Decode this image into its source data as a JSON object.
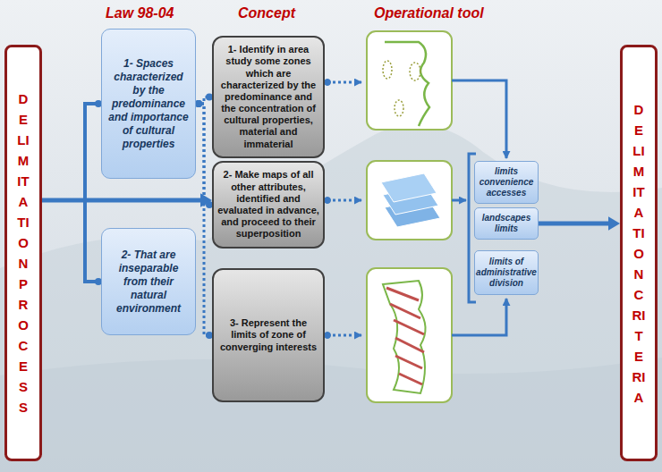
{
  "diagram": {
    "nodes": [
      {
        "text": [
          "DELIMITATION PROCESS"
        ]
      },
      {
        "text": [
          "1- Spaces characterized by the predominance and importance of cultural properties"
        ]
      },
      {
        "text": [
          "2- That are inseparable from their natural environment"
        ]
      },
      {
        "text": [
          "1- Identify in area study some zones which are characterized by the predominance and the concentration of cultural properties, material and immaterial"
        ]
      },
      {
        "text": [
          "2- Make maps of all other attributes, identified and evaluated in advance, and proceed to their superposition"
        ]
      },
      {
        "text": [
          "3- Represent the limits of zone of converging interests"
        ]
      },
      {
        "text": [
          "limits convenience accesses"
        ]
      },
      {
        "text": [
          "landscapes limits"
        ]
      },
      {
        "text": [
          "limits of administrative division"
        ]
      },
      {
        "text": [
          "DELIMITATION CRITERIA"
        ]
      }
    ],
    "edges": [
      {
        "from": 0,
        "to": 1,
        "arrow": "none"
      },
      {
        "from": 0,
        "to": 2,
        "arrow": "none"
      },
      {
        "from": 0,
        "to": 4,
        "arrow": "to"
      },
      {
        "from": 1,
        "to": 3,
        "arrow": "none"
      },
      {
        "from": 1,
        "to": 4,
        "arrow": "none"
      },
      {
        "from": 1,
        "to": 5,
        "arrow": "none"
      },
      {
        "from": 7,
        "to": 9,
        "arrow": "to"
      }
    ],
    "labels": [
      "Law 98-04",
      "Concept",
      "Operational tool"
    ]
  }
}
